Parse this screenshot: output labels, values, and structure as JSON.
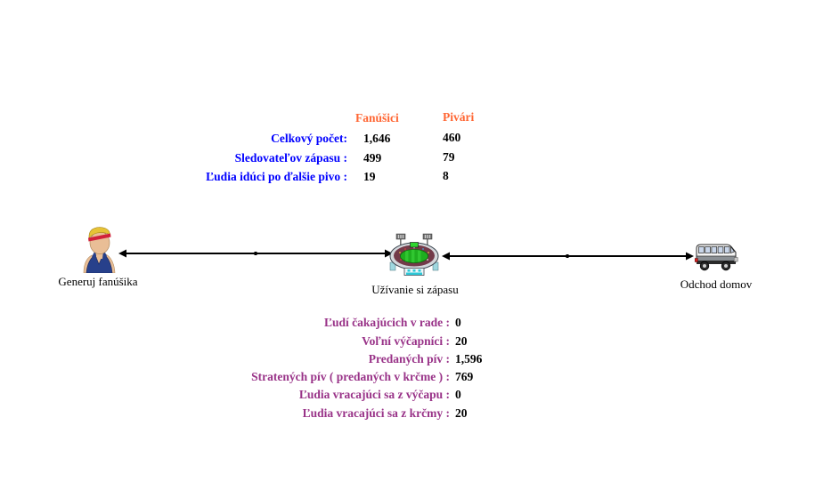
{
  "colors": {
    "header": "#FF6633",
    "row_label": "#0000FF",
    "stat_label": "#993388",
    "value": "#000000"
  },
  "top_table": {
    "columns": [
      "Fanúšici",
      "Pivári"
    ],
    "rows": [
      {
        "label": "Celkový počet:",
        "fans": "1,646",
        "drinkers": "460"
      },
      {
        "label": "Sledovateľov zápasu :",
        "fans": "499",
        "drinkers": "79"
      },
      {
        "label": "Ľudia idúci po ďalšie pivo :",
        "fans": "19",
        "drinkers": "8"
      }
    ]
  },
  "flow": {
    "nodes": [
      {
        "id": "generator",
        "label": "Generuj fanúšika",
        "icon": "fan-person-icon"
      },
      {
        "id": "stadium",
        "label": "Užívanie si zápasu",
        "icon": "stadium-icon"
      },
      {
        "id": "exit",
        "label": "Odchod domov",
        "icon": "bus-icon"
      }
    ]
  },
  "bottom_stats": {
    "rows": [
      {
        "label": "Ľudí čakajúcich v rade :",
        "value": "0"
      },
      {
        "label": "Voľní výčapníci :",
        "value": "20"
      },
      {
        "label": "Predaných pív :",
        "value": "1,596"
      },
      {
        "label": "Stratených pív ( predaných v krčme ) :",
        "value": "769"
      },
      {
        "label": "Ľudia vracajúci sa z výčapu :",
        "value": "0"
      },
      {
        "label": "Ľudia vracajúci sa z krčmy :",
        "value": "20"
      }
    ]
  }
}
